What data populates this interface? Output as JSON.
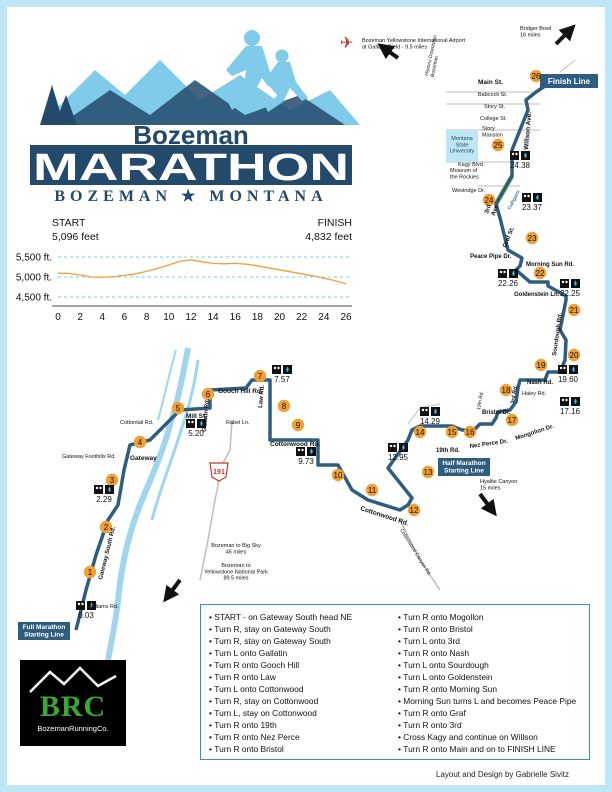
{
  "logo": {
    "title_small": "Bozeman",
    "title_big": "MARATHON",
    "subtitle": "BOZEMAN ★ MONTANA"
  },
  "elevation": {
    "start_label": "START",
    "start_value": "5,096 feet",
    "finish_label": "FINISH",
    "finish_value": "4,832 feet",
    "y_ticks": [
      "5,500 ft.",
      "5,000 ft.",
      "4,500 ft."
    ],
    "x_ticks": [
      "0",
      "2",
      "4",
      "6",
      "8",
      "10",
      "12",
      "14",
      "16",
      "18",
      "20",
      "22",
      "24",
      "26"
    ]
  },
  "chart_data": {
    "type": "line",
    "title": "",
    "xlabel": "",
    "ylabel": "",
    "x": [
      0,
      1,
      2,
      3,
      4,
      5,
      6,
      7,
      8,
      9,
      10,
      11,
      12,
      13,
      14,
      15,
      16,
      17,
      18,
      19,
      20,
      21,
      22,
      23,
      24,
      25,
      26
    ],
    "y": [
      5096,
      5090,
      5050,
      5000,
      4990,
      5010,
      5040,
      5080,
      5140,
      5220,
      5300,
      5390,
      5430,
      5380,
      5340,
      5330,
      5340,
      5320,
      5280,
      5230,
      5180,
      5130,
      5080,
      5030,
      4970,
      4910,
      4832
    ],
    "xlim": [
      0,
      26
    ],
    "ylim": [
      4500,
      5500
    ],
    "grid": true
  },
  "landmarks": {
    "airport": "Bozeman Yellowstone International Airport\nat Gallatin Field - 9.5 miles",
    "bridger": "Bridger Bowl\n16 miles",
    "historic": "Historic Downtown\nBozeman",
    "finish_line": "Finish Line",
    "msu": "Montana\nState\nUniversity",
    "museum": "Museum of\nthe Rockies",
    "half_start": "Half Marathon\nStarting Line",
    "full_start": "Full Marathon\nStarting Line",
    "big_sky": "Bozeman to Big Sky\n45 miles",
    "yellowstone": "Bozeman to\nYellowstone National Park\n89.5 miles",
    "hyalite": "Hyalite Canyon\n15 miles",
    "highway": "191",
    "college_st": "College St.",
    "story_mansion": "Story\nMansion",
    "galligator": "Galligator"
  },
  "streets": {
    "main": "Main St.",
    "babcock": "Babcock St.",
    "story": "Story St.",
    "willson": "Willson Ave.",
    "kagy": "Kagy Blvd.",
    "westridge": "Westridge Dr.",
    "third": "3rd\nAve.",
    "graf": "Graf St.",
    "peace_pipe": "Peace Pipe Dr.",
    "morning_sun": "Morning Sun Rd.",
    "goldenstein": "Goldenstein Ln.",
    "sourdough": "Sourdough Rd.",
    "nash": "Nash Rd.",
    "haley": "Haley Rd.",
    "third_rd": "3rd Rd.",
    "nineteenth_rd": "19th Rd.",
    "bristol": "Bristol Dr.",
    "mongolion": "Mongolion Dr.",
    "nez_perce": "Nez Perce Dr.",
    "nineteenth_small": "19th Rd.",
    "cottonwood_rd": "Cottonwood Rd.",
    "cottonwood_curve": "Cottonwood Rd.",
    "cottonwood_canyon": "Cottonwood Canyon Rd.",
    "gooch": "Gooch Hill Rd.",
    "law": "Law Rd.",
    "rabel": "Rabel Ln.",
    "gallatin": "Gallatin Rd.",
    "mill": "Mill St.",
    "cottontail": "Cottontail Rd.",
    "gateway": "Gateway",
    "gateway_foothills": "Gateway Foothills Rd.",
    "gateway_south": "Gateway South Rd.",
    "williams": "Williams Rd."
  },
  "aid_stations": [
    "0.03",
    "2.29",
    "5.20",
    "7.57",
    "9.73",
    "12.95",
    "14.29",
    "17.16",
    "19.60",
    "22.25",
    "22.26",
    "23.37",
    "24.38"
  ],
  "mile_markers": [
    "1",
    "2",
    "3",
    "4",
    "5",
    "6",
    "7",
    "8",
    "9",
    "10",
    "11",
    "12",
    "13",
    "14",
    "15",
    "16",
    "17",
    "18",
    "19",
    "20",
    "21",
    "22",
    "23",
    "24",
    "25",
    "26"
  ],
  "directions": {
    "col1": [
      "START - on Gateway South head NE",
      "Turn R, stay on Gateway South",
      "Turn R,  stay on Gateway South",
      "Turn L onto Gallatin",
      "Turn R onto Gooch Hill",
      "Turn R onto Law",
      "Turn L onto Cottonwood",
      "Turn R, stay on Cottonwood",
      "Turn L, stay on Cottonwood",
      "Turn R onto 19th",
      "Turn R onto Nez Perce",
      "Turn R onto Bristol"
    ],
    "col2": [
      "Turn R onto Mogollon",
      "Turn R onto Bristol",
      "Turn L onto 3rd",
      "Turn R onto Nash",
      "Turn L onto Sourdough",
      "Turn L onto Goldenstein",
      "Turn R onto Morning Sun",
      "Morning Sun turns L and becomes Peace Pipe",
      "Turn R onto Graf",
      "Turn R onto 3rd",
      "Cross Kagy and continue on Willson",
      "Turn R onto Main and on to FINISH LINE"
    ]
  },
  "sponsor": {
    "letters": "BRC",
    "name": "BozemanRunningCo."
  },
  "credit": "Layout and Design by Gabrielle Sivitz",
  "colors": {
    "route": "#2f5d80",
    "accent": "#4db8e5",
    "marker": "#f0a035",
    "profile": "#f0a035",
    "frame": "#bfe6f5"
  }
}
